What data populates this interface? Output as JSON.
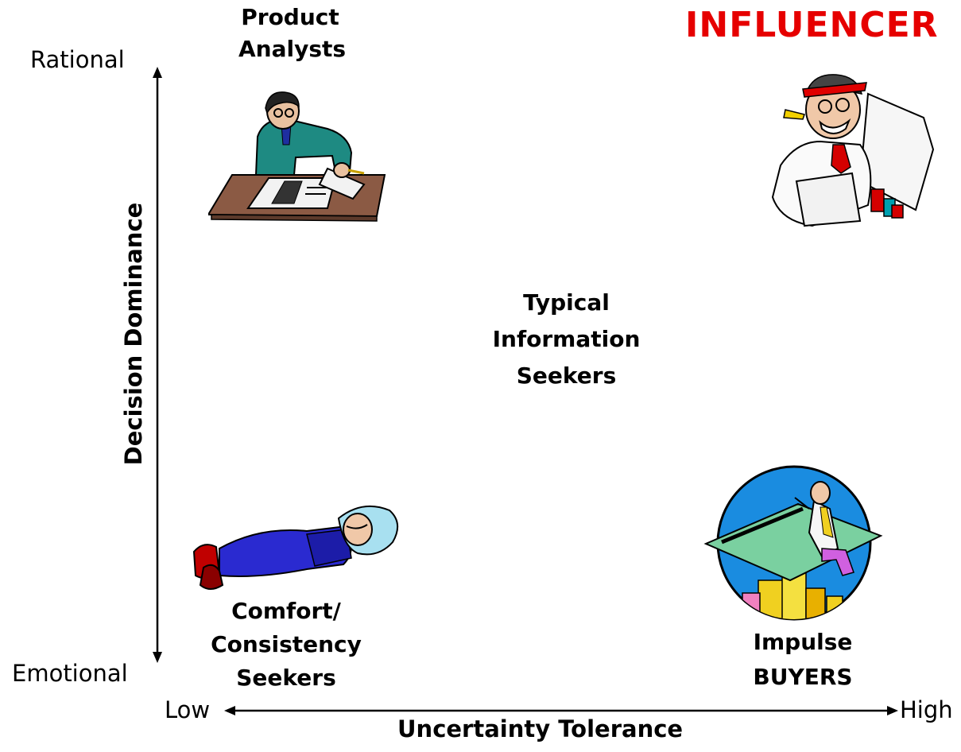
{
  "title": "INFLUENCER",
  "colors": {
    "title": "#e60000",
    "axis": "#000000"
  },
  "y_axis": {
    "label": "Decision Dominance",
    "top": "Rational",
    "bottom": "Emotional"
  },
  "x_axis": {
    "label": "Uncertainty Tolerance",
    "left": "Low",
    "right": "High"
  },
  "quadrants": {
    "top_left": {
      "line1": "Product",
      "line2": "Analysts",
      "icon": "analyst-at-desk-icon"
    },
    "center": {
      "line1": "Typical",
      "line2": "Information",
      "line3": "Seekers"
    },
    "bottom_left": {
      "line1": "Comfort/",
      "line2": "Consistency",
      "line3": "Seekers",
      "icon": "sleeping-man-icon"
    },
    "bottom_right": {
      "line1": "Impulse",
      "line2": "BUYERS",
      "icon": "man-on-credit-card-icon"
    },
    "top_right": {
      "icon": "salesman-with-papers-icon"
    }
  }
}
